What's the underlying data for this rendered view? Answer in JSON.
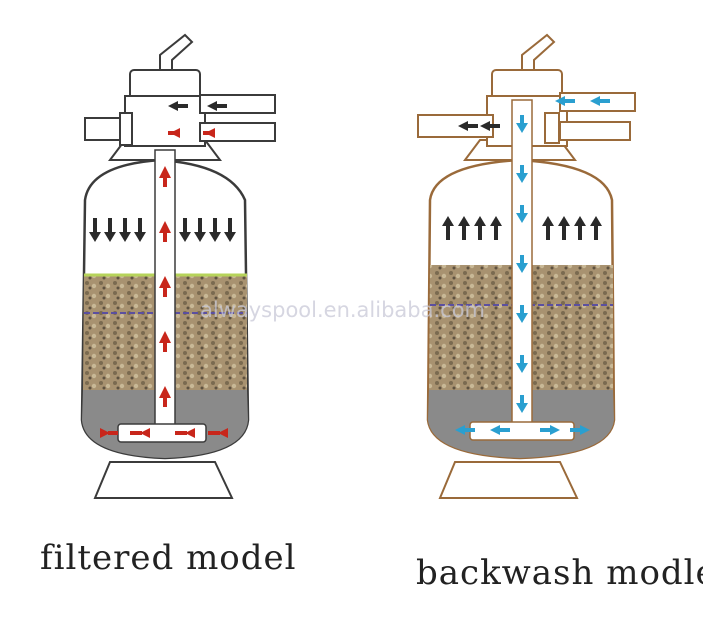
{
  "captions": {
    "left": "filtered model",
    "right": "backwash modle"
  },
  "watermark": "alwayspool.en.alibaba.com",
  "colors": {
    "filter_flow_arrow": "#c8261b",
    "backwash_flow_arrow": "#2a9fd0",
    "down_arrow": "#2a2a2a",
    "sand_layer": "#a8946f",
    "gravel_bottom": "#8c8c8c",
    "water_top": "#ffffff",
    "left_outline": "#3b3b3b",
    "right_outline": "#9a6a3a"
  },
  "icons": {
    "left_tank": "sand-filter-tank-icon",
    "right_tank": "sand-filter-tank-icon"
  }
}
